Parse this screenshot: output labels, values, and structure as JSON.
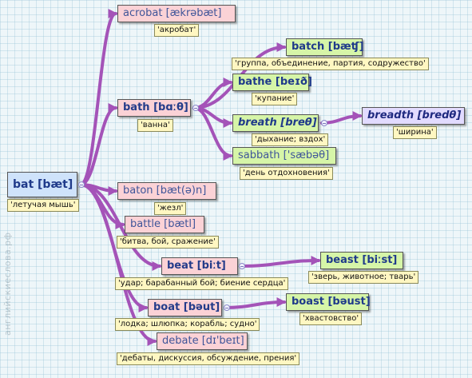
{
  "nodes": [
    {
      "id": "bat",
      "label": "bat [bæt]",
      "gloss": "'летучая мышь'"
    },
    {
      "id": "acrobat",
      "label": "acrobat [ækrəbæt]",
      "gloss": "'акробат'"
    },
    {
      "id": "bath",
      "label": "bath [bɑːθ]",
      "gloss": "'ванна'"
    },
    {
      "id": "batch",
      "label": "batch [bæʧ]",
      "gloss": "'группа, объединение, партия, содружество'"
    },
    {
      "id": "bathe",
      "label": "bathe [beɪð]",
      "gloss": "'купание'"
    },
    {
      "id": "breath",
      "label": "breath [breθ]",
      "gloss": "'дыхание; вздох'"
    },
    {
      "id": "breadth",
      "label": "breadth [bredθ]",
      "gloss": "'ширина'"
    },
    {
      "id": "sabbath",
      "label": "sabbath ['sæbəθ]",
      "gloss": "'день отдохновения'"
    },
    {
      "id": "baton",
      "label": "baton [bæt(ə)n]",
      "gloss": "'жезл'"
    },
    {
      "id": "battle",
      "label": "battle [bætl]",
      "gloss": "'битва, бой, сражение'"
    },
    {
      "id": "beat",
      "label": "beat [biːt]",
      "gloss": "'удар; барабанный бой; биение сердца'"
    },
    {
      "id": "beast",
      "label": "beast [biːst]",
      "gloss": "'зверь, животное; тварь'"
    },
    {
      "id": "boat",
      "label": "boat [bəut]",
      "gloss": "'лодка; шлюпка; корабль; судно'"
    },
    {
      "id": "boast",
      "label": "boast [bəust]",
      "gloss": "'хвастовство'"
    },
    {
      "id": "debate",
      "label": "debate [dɪ'beɪt]",
      "gloss": "'дебаты, дискуссия, обсуждение, прения'"
    }
  ],
  "edges": [
    [
      "bat",
      "acrobat"
    ],
    [
      "bat",
      "bath"
    ],
    [
      "bat",
      "baton"
    ],
    [
      "bat",
      "battle"
    ],
    [
      "bat",
      "beat"
    ],
    [
      "bat",
      "boat"
    ],
    [
      "bat",
      "debate"
    ],
    [
      "bath",
      "batch"
    ],
    [
      "bath",
      "bathe"
    ],
    [
      "bath",
      "breath"
    ],
    [
      "bath",
      "sabbath"
    ],
    [
      "breath",
      "breadth"
    ],
    [
      "beat",
      "beast"
    ],
    [
      "boat",
      "boast"
    ]
  ],
  "colors": {
    "connector": "#a453b8",
    "root_fill": "#cfe3fb",
    "pink_fill": "#fbd2d6",
    "green_fill": "#d6f5a8",
    "violet_fill": "#e2dbff",
    "gloss_fill": "#fff7c2"
  },
  "watermark": "английскиеслова.рф"
}
